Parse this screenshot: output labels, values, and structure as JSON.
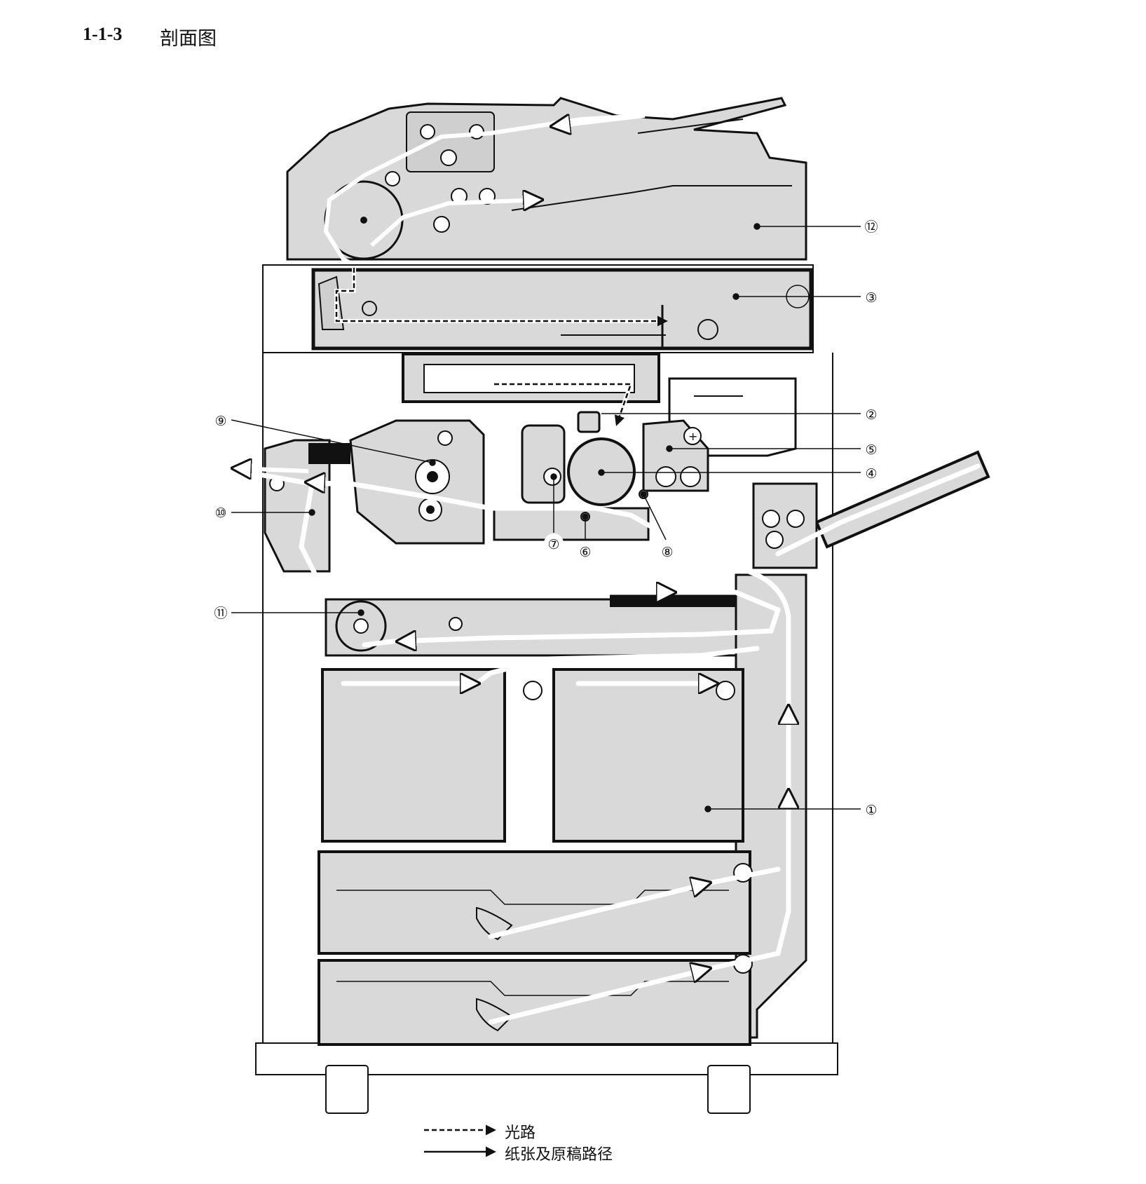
{
  "section": {
    "number": "1-1-3",
    "title": "剖面图"
  },
  "callouts": [
    {
      "id": "1",
      "label": "①"
    },
    {
      "id": "2",
      "label": "②"
    },
    {
      "id": "3",
      "label": "③"
    },
    {
      "id": "4",
      "label": "④"
    },
    {
      "id": "5",
      "label": "⑤"
    },
    {
      "id": "6",
      "label": "⑥"
    },
    {
      "id": "7",
      "label": "⑦"
    },
    {
      "id": "8",
      "label": "⑧"
    },
    {
      "id": "9",
      "label": "⑨"
    },
    {
      "id": "10",
      "label": "⑩"
    },
    {
      "id": "11",
      "label": "⑪"
    },
    {
      "id": "12",
      "label": "⑫"
    }
  ],
  "legend": {
    "optical_path": "光路",
    "paper_path": "纸张及原稿路径"
  },
  "colors": {
    "body_fill": "#d9d9d9",
    "outline": "#111111",
    "path_white": "#ffffff"
  }
}
